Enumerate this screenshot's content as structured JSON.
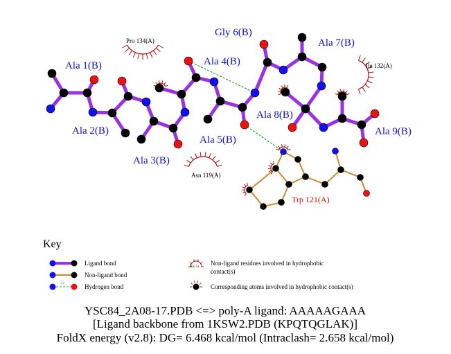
{
  "colors": {
    "ligand_bond": "#9933dd",
    "nonligand_bond": "#cc8833",
    "hbond": "#22aa22",
    "carbon": "#000000",
    "nitrogen": "#1111ee",
    "oxygen": "#ee1111",
    "ligand_label": "#1111cc",
    "residue_label": "#cc1111",
    "hydrophobic": "#aa1111"
  },
  "ligand_labels": [
    "Ala 1(B)",
    "Ala 2(B)",
    "Ala 3(B)",
    "Ala 4(B)",
    "Ala 5(B)",
    "Gly 6(B)",
    "Ala 7(B)",
    "Ala 8(B)",
    "Ala 9(B)"
  ],
  "residue_labels": [
    "Trp 121(A)"
  ],
  "hydrophobic_labels": [
    "Pro 134(A)",
    "Ile 132(A)",
    "Asn 119(A)"
  ],
  "key": {
    "title": "Key",
    "ligand_bond": "Ligand bond",
    "nonligand_bond": "Non-ligand bond",
    "hydrogen_bond": "Hydrogen bond",
    "hb_sample": "3.0",
    "hp_sample": "His 53",
    "nonligand_residues_line1": "Non-ligand residues involved in hydrophobic",
    "nonligand_residues_line2": "contact(s)",
    "corresponding_atoms": "Corresponding atoms involved in hydrophobic contact(s)"
  },
  "footer": {
    "line1": "YSC84_2A08-17.PDB <=> poly-A ligand: AAAAAGAAA",
    "line2": "[Ligand backbone from 1KSW2.PDB (KPQTQGLAK)]",
    "line3": "FoldX energy (v2.8): DG= 6.468 kcal/mol (Intraclash= 2.658 kcal/mol)"
  }
}
